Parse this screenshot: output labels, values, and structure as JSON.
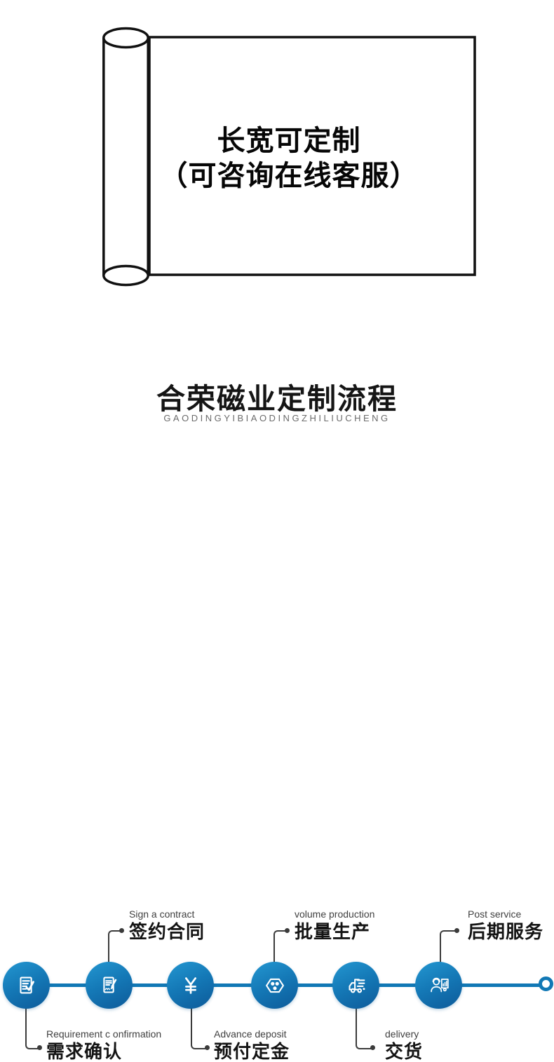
{
  "roll": {
    "line1": "长宽可定制",
    "line2": "（可咨询在线客服）"
  },
  "section": {
    "title": "合荣磁业定制流程",
    "subtitle": "GAODINGYIBIAODINGZHILIUCHENG"
  },
  "flow": {
    "steps": [
      {
        "zh": "需求确认",
        "en": "Requirement c onfirmation",
        "icon": "requirement-confirmation-icon",
        "label_position": "below"
      },
      {
        "zh": "签约合同",
        "en": "Sign a contract",
        "icon": "sign-contract-icon",
        "label_position": "above"
      },
      {
        "zh": "预付定金",
        "en": "Advance deposit",
        "icon": "yuan-deposit-icon",
        "label_position": "below"
      },
      {
        "zh": "批量生产",
        "en": "volume production",
        "icon": "production-hexagon-icon",
        "label_position": "above"
      },
      {
        "zh": "交货",
        "en": "delivery",
        "icon": "delivery-truck-icon",
        "label_position": "below"
      },
      {
        "zh": "后期服务",
        "en": "Post service",
        "icon": "after-sale-service-icon",
        "label_position": "above"
      }
    ]
  },
  "colors": {
    "accent_blue": "#1178b5",
    "circle_gradient_top": "#2497d1",
    "circle_gradient_bottom": "#0d5a99",
    "connector_dark": "#3b3b3b",
    "outline_black": "#111111"
  }
}
